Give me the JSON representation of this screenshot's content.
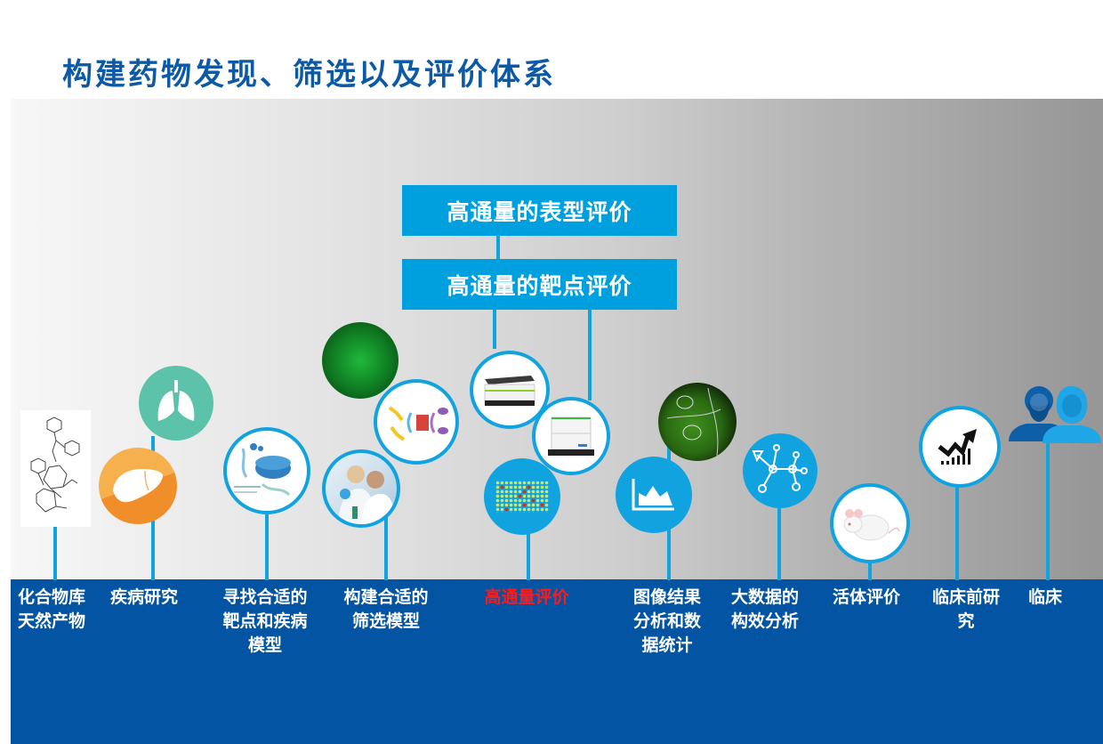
{
  "title": "构建药物发现、筛选以及评价体系",
  "top_boxes": [
    {
      "label": "高通量的表型评价"
    },
    {
      "label": "高通量的靶点评价"
    }
  ],
  "stages": [
    {
      "label": "化合物库\n天然产物",
      "icon": "chemical-structure-icon"
    },
    {
      "label": "疾病研究",
      "icon": "lungs-liver-icon"
    },
    {
      "label": "寻找合适的\n靶点和疾病\n模型",
      "icon": "target-pathway-diagram-icon"
    },
    {
      "label": "构建合适的\n筛选模型",
      "icon": "scientists-lab-icon"
    },
    {
      "label": "高通量评价",
      "icon": "microplate-icon",
      "highlight": true
    },
    {
      "label": "图像结果\n分析和数\n据统计",
      "icon": "area-chart-icon"
    },
    {
      "label": "大数据的\n构效分析",
      "icon": "network-graph-icon"
    },
    {
      "label": "活体评价",
      "icon": "mouse-icon"
    },
    {
      "label": "临床前研\n究",
      "icon": "trend-chart-icon"
    },
    {
      "label": "临床",
      "icon": "patients-icon"
    }
  ],
  "colors": {
    "title": "#0c5aa6",
    "accent": "#11a3e0",
    "box": "#00a0de",
    "band": "#0355a3",
    "highlight": "#ff1a1a",
    "lung": "#5cc2a9",
    "liver": "#f39a35"
  }
}
